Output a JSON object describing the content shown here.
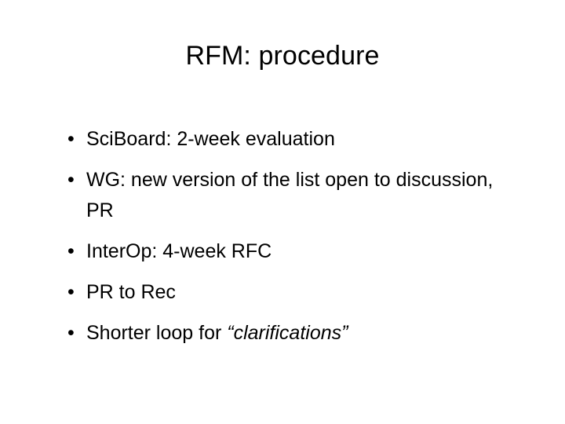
{
  "slide": {
    "title": "RFM: procedure",
    "background_color": "#ffffff",
    "text_color": "#000000",
    "bullet_glyph": "•",
    "bullets": [
      {
        "text": "SciBoard: 2-week evaluation",
        "marker": "•"
      },
      {
        "text": "WG: new version of the list open to discussion, PR",
        "marker": "•"
      },
      {
        "text": "InterOp: 4-week RFC",
        "marker": "•"
      },
      {
        "text": "PR to Rec",
        "marker": "•"
      },
      {
        "marker": "•",
        "prefix": "Shorter loop for ",
        "emphasis": "“clarifications”",
        "suffix": "",
        "text": "Shorter loop for “clarifications”"
      }
    ]
  }
}
